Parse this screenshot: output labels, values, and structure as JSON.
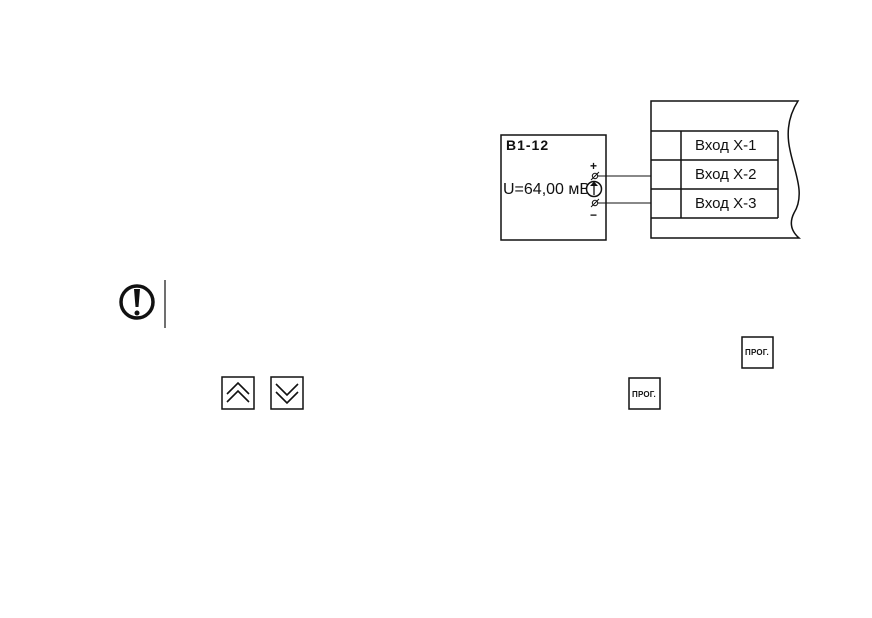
{
  "source": {
    "title": "В1-12",
    "voltage": "U=64,00 мВ",
    "plus": "+",
    "minus": "−"
  },
  "device": {
    "inputs": [
      "Вход Х-1",
      "Вход Х-2",
      "Вход Х-3"
    ]
  },
  "keys": {
    "prog": "ПРОГ.",
    "up": "up-double-chevron",
    "down": "down-double-chevron"
  },
  "icons": {
    "warning": "exclamation-circle-icon"
  }
}
